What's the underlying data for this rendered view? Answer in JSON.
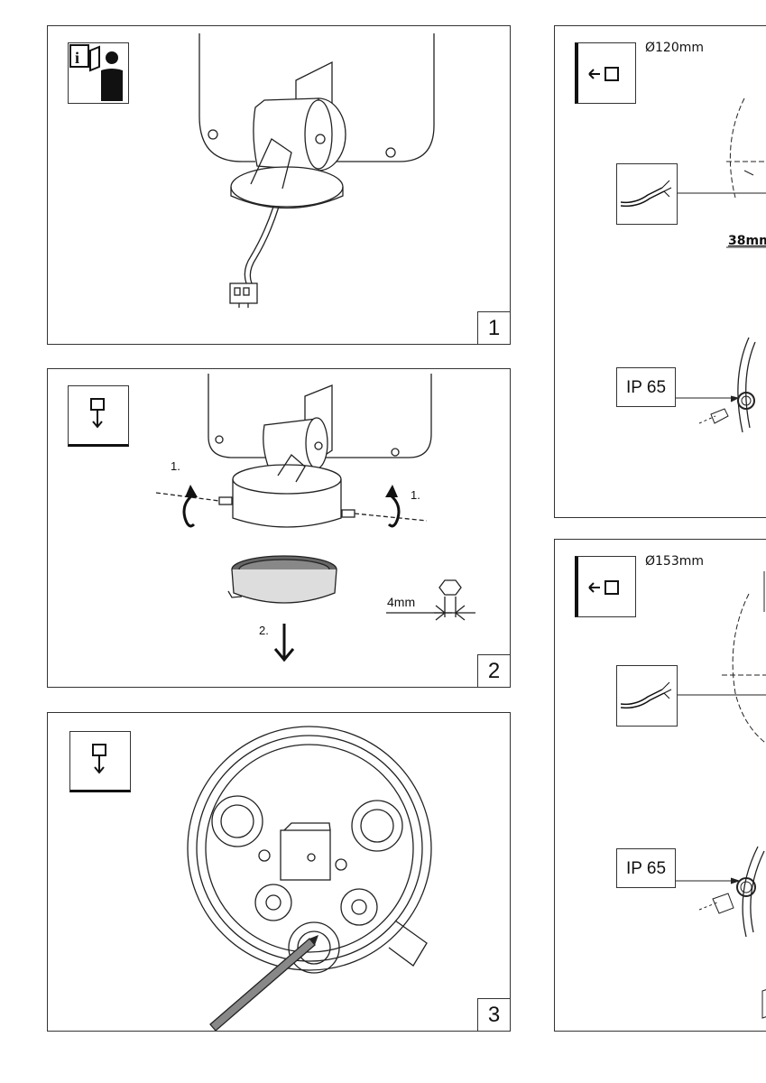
{
  "panels": {
    "p1": {
      "step": "1"
    },
    "p2": {
      "step": "2",
      "label_rotate_left": "1.",
      "label_rotate_right": "1.",
      "label_pull": "2.",
      "hex_size": "4mm"
    },
    "p3": {
      "step": "3"
    },
    "r1": {
      "diameter": "Ø120mm",
      "ip_rating": "IP 65",
      "dimension": "38mm"
    },
    "r2": {
      "diameter": "Ø153mm",
      "ip_rating": "IP 65"
    }
  }
}
